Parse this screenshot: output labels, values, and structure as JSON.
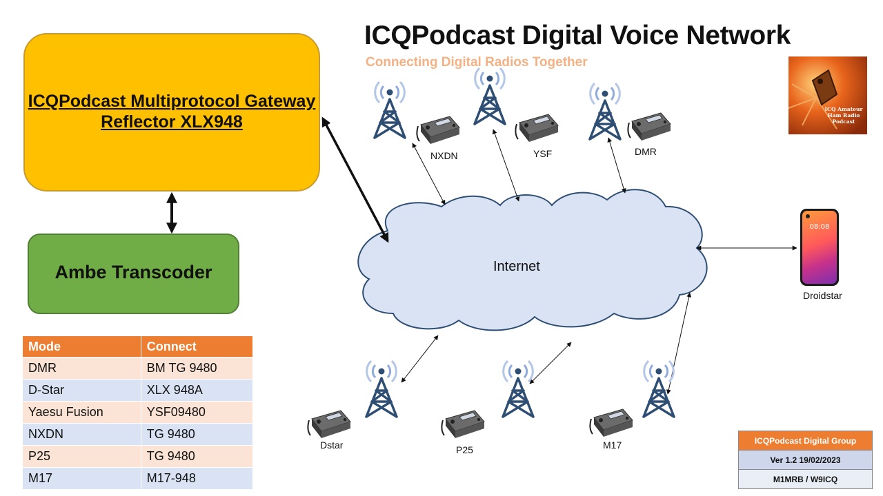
{
  "header": {
    "title": "ICQPodcast Digital Voice Network",
    "subtitle": "Connecting Digital Radios Together"
  },
  "gateway": {
    "title": "ICQPodcast Multiprotocol Gateway Reflector XLX948"
  },
  "transcoder": {
    "label": "Ambe Transcoder"
  },
  "network": {
    "internet_label": "Internet",
    "top_nodes": [
      "NXDN",
      "YSF",
      "DMR"
    ],
    "bottom_nodes": [
      "Dstar",
      "P25",
      "M17"
    ],
    "client_label": "Droidstar",
    "phone_time": "08:08"
  },
  "logo": {
    "text": "ICQ Amateur Ham Radio Podcast"
  },
  "modes_table": {
    "headers": [
      "Mode",
      "Connect"
    ],
    "rows": [
      [
        "DMR",
        "BM TG 9480"
      ],
      [
        "D-Star",
        "XLX 948A"
      ],
      [
        "Yaesu Fusion",
        "YSF09480"
      ],
      [
        "NXDN",
        "TG 9480"
      ],
      [
        "P25",
        "TG 9480"
      ],
      [
        "M17",
        "M17-948"
      ]
    ]
  },
  "version_box": {
    "group": "ICQPodcast Digital Group",
    "version": "Ver 1.2 19/02/2023",
    "authors": "M1MRB / W9ICQ"
  },
  "colors": {
    "gateway": "#ffc000",
    "transcoder": "#70ad47",
    "cloud": "#dae3f3",
    "tower": "#2e4e73",
    "table_header": "#ed7d31",
    "subtitle": "#f4b183"
  }
}
